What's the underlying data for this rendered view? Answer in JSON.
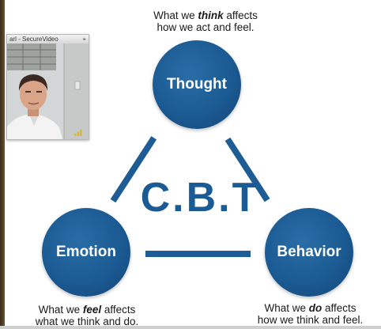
{
  "slide": {
    "caption_top": {
      "pre": "What we ",
      "em": "think",
      "post": " affects",
      "line2": "how we act and feel."
    },
    "caption_left": {
      "pre": "What we ",
      "em": "feel",
      "post": " affects",
      "line2": "what we think and do."
    },
    "caption_right": {
      "pre": "What we ",
      "em": "do",
      "post": " affects",
      "line2": "how we think and feel."
    },
    "nodes": {
      "thought": "Thought",
      "emotion": "Emotion",
      "behavior": "Behavior"
    },
    "center_label": "C.B.T",
    "accent_color": "#1b5a93"
  },
  "video_window": {
    "title": "arl - SecureVideo",
    "pin_icon": "pin-icon",
    "signal_icon": "signal-bars-icon"
  }
}
